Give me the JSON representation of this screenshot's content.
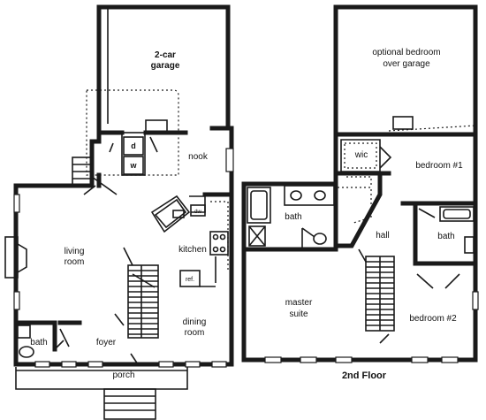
{
  "first_floor": {
    "rooms": {
      "garage_line1": "2-car",
      "garage_line2": "garage",
      "nook": "nook",
      "living_line1": "living",
      "living_line2": "room",
      "kitchen": "kitchen",
      "dining_line1": "dining",
      "dining_line2": "room",
      "bath": "bath",
      "foyer": "foyer",
      "porch": "porch"
    },
    "appliances": {
      "dryer": "d",
      "washer": "w",
      "dishwasher": "dw",
      "refrigerator": "ref."
    }
  },
  "second_floor": {
    "title": "2nd Floor",
    "rooms": {
      "optional_line1": "optional bedroom",
      "optional_line2": "over garage",
      "wic": "wic",
      "bedroom1": "bedroom #1",
      "bath_master": "bath",
      "hall": "hall",
      "bath_hall": "bath",
      "master_line1": "master",
      "master_line2": "suite",
      "bedroom2": "bedroom #2"
    }
  },
  "colors": {
    "ink": "#1a1a1a",
    "paper": "#ffffff"
  }
}
